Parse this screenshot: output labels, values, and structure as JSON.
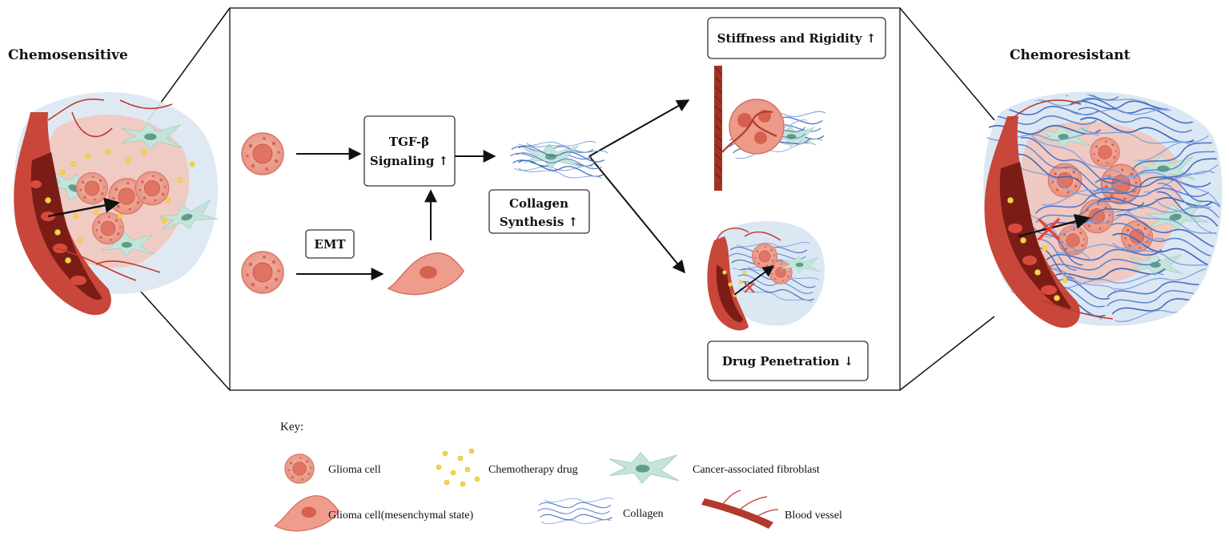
{
  "titles": {
    "left": "Chemosensitive",
    "right": "Chemoresistant"
  },
  "boxes": {
    "tgf_line1": "TGF-β",
    "tgf_line2": "Signaling ↑",
    "emt": "EMT",
    "collagen_line1": "Collagen",
    "collagen_line2": "Synthesis ↑",
    "stiffness": "Stiffness and Rigidity ↑",
    "drug_penetration": "Drug Penetration ↓"
  },
  "key": {
    "title": "Key:",
    "items": [
      {
        "id": "glioma-cell",
        "label": "Glioma cell"
      },
      {
        "id": "chemotherapy-drug",
        "label": "Chemotherapy drug"
      },
      {
        "id": "caf",
        "label": "Cancer-associated fibroblast"
      },
      {
        "id": "glioma-mesenchymal",
        "label": "Glioma cell(mesenchymal state)"
      },
      {
        "id": "collagen",
        "label": "Collagen"
      },
      {
        "id": "blood-vessel",
        "label": "Blood vessel"
      }
    ]
  },
  "colors": {
    "cell_fill": "#ec9a8a",
    "cell_dark": "#d4604f",
    "vessel_outer": "#c0392b",
    "vessel_inner": "#7b1d16",
    "drug": "#f3d54a",
    "fibroblast": "#bfe0d6",
    "fibroblast_nucleus": "#5f9e86",
    "collagen": "#4a72c4",
    "stroma": "#d8e6f3",
    "red_x": "#e5463a"
  }
}
